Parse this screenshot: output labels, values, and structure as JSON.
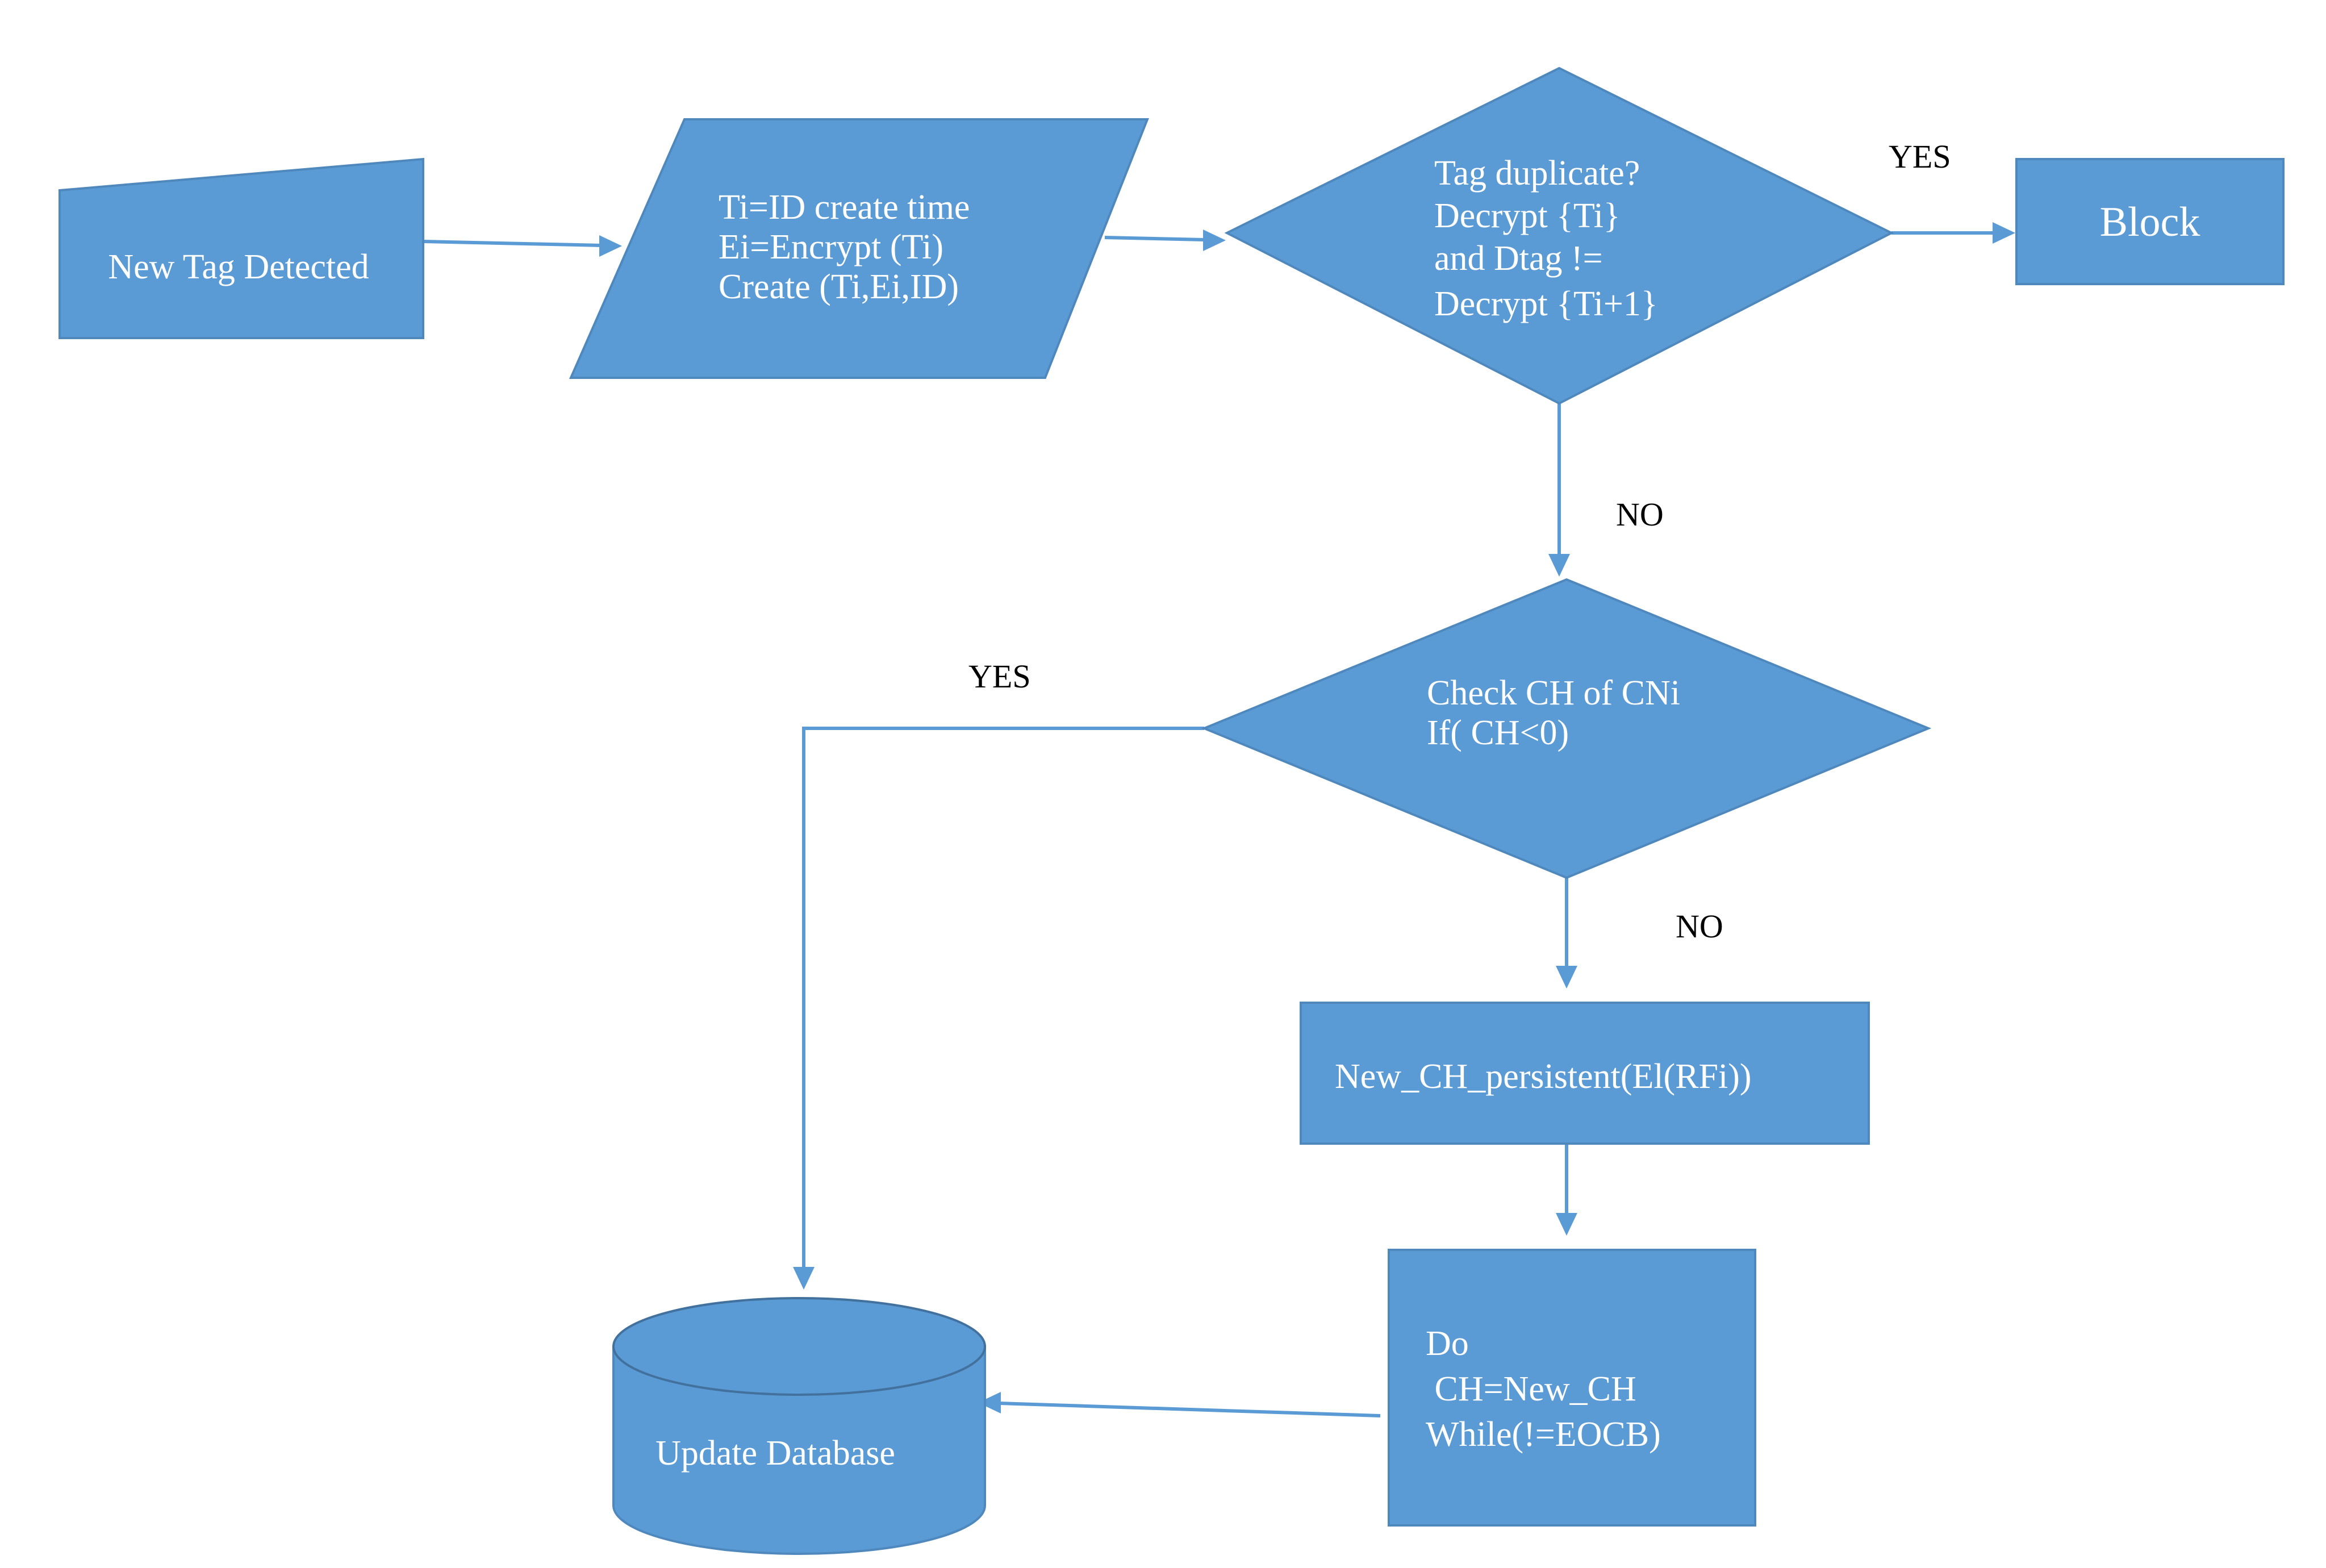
{
  "nodes": {
    "new_tag": {
      "label": "New Tag Detected"
    },
    "create": {
      "lines": [
        "Ti=ID create time",
        "Ei=Encrypt (Ti)",
        "Create (Ti,Ei,ID)"
      ]
    },
    "duplicate_check": {
      "lines": [
        "Tag duplicate?",
        "Decrypt {Ti}",
        "and Dtag !=",
        "Decrypt {Ti+1}"
      ]
    },
    "block": {
      "label": "Block"
    },
    "check_ch": {
      "lines": [
        "Check CH of CNi",
        "If( CH<0)"
      ]
    },
    "new_ch": {
      "label": "New_CH_persistent(El(RFi))"
    },
    "loop": {
      "lines": [
        "Do",
        " CH=New_CH",
        "While(!=EOCB)"
      ]
    },
    "update_db": {
      "label": "Update Database"
    }
  },
  "edges": {
    "duplicate_yes": "YES",
    "duplicate_no": "NO",
    "check_yes": "YES",
    "check_no": "NO"
  },
  "colors": {
    "shape_fill": "#5b9bd5",
    "text": "#ffffff",
    "edge_label": "#000000"
  }
}
